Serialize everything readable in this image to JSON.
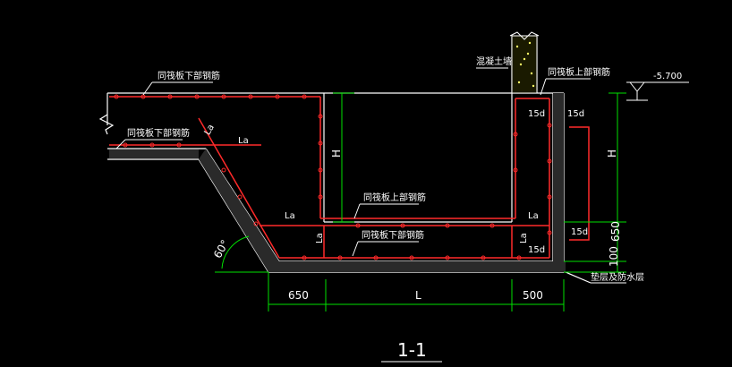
{
  "colors": {
    "background": "#000000",
    "concrete_outline": "#ffffff",
    "rebar": "#ff2a2a",
    "dimension": "#00e000",
    "text": "#ffffff",
    "hatch": "#bdbdbd",
    "wall_fill": "#ffff66"
  },
  "labels": {
    "top_slab_bottom_bar": "同筏板下部钢筋",
    "slab_bottom_bar": "同筏板下部钢筋",
    "pit_top_bar": "同筏板上部钢筋",
    "pit_bottom_bar": "同筏板下部钢筋",
    "wall_name": "混凝土墙",
    "wall_top_bar": "同筏板上部钢筋",
    "cushion": "垫层及防水层",
    "elevation": "-5.700",
    "la_slope": "La",
    "la_slab": "La",
    "la_pit_left": "La",
    "la_pit_right": "La",
    "la_vertical": "La",
    "la_bottom_right": "La",
    "d15_top": "15d",
    "d15_top_right": "15d",
    "d15_bottom": "15d",
    "d15_bottom_right": "15d",
    "angle": "60°",
    "h_left": "H",
    "h_right": "H",
    "dim_650_right": "650",
    "dim_100": "100",
    "dim_650_bottom": "650",
    "dim_L": "L",
    "dim_500": "500",
    "title": "1-1"
  }
}
